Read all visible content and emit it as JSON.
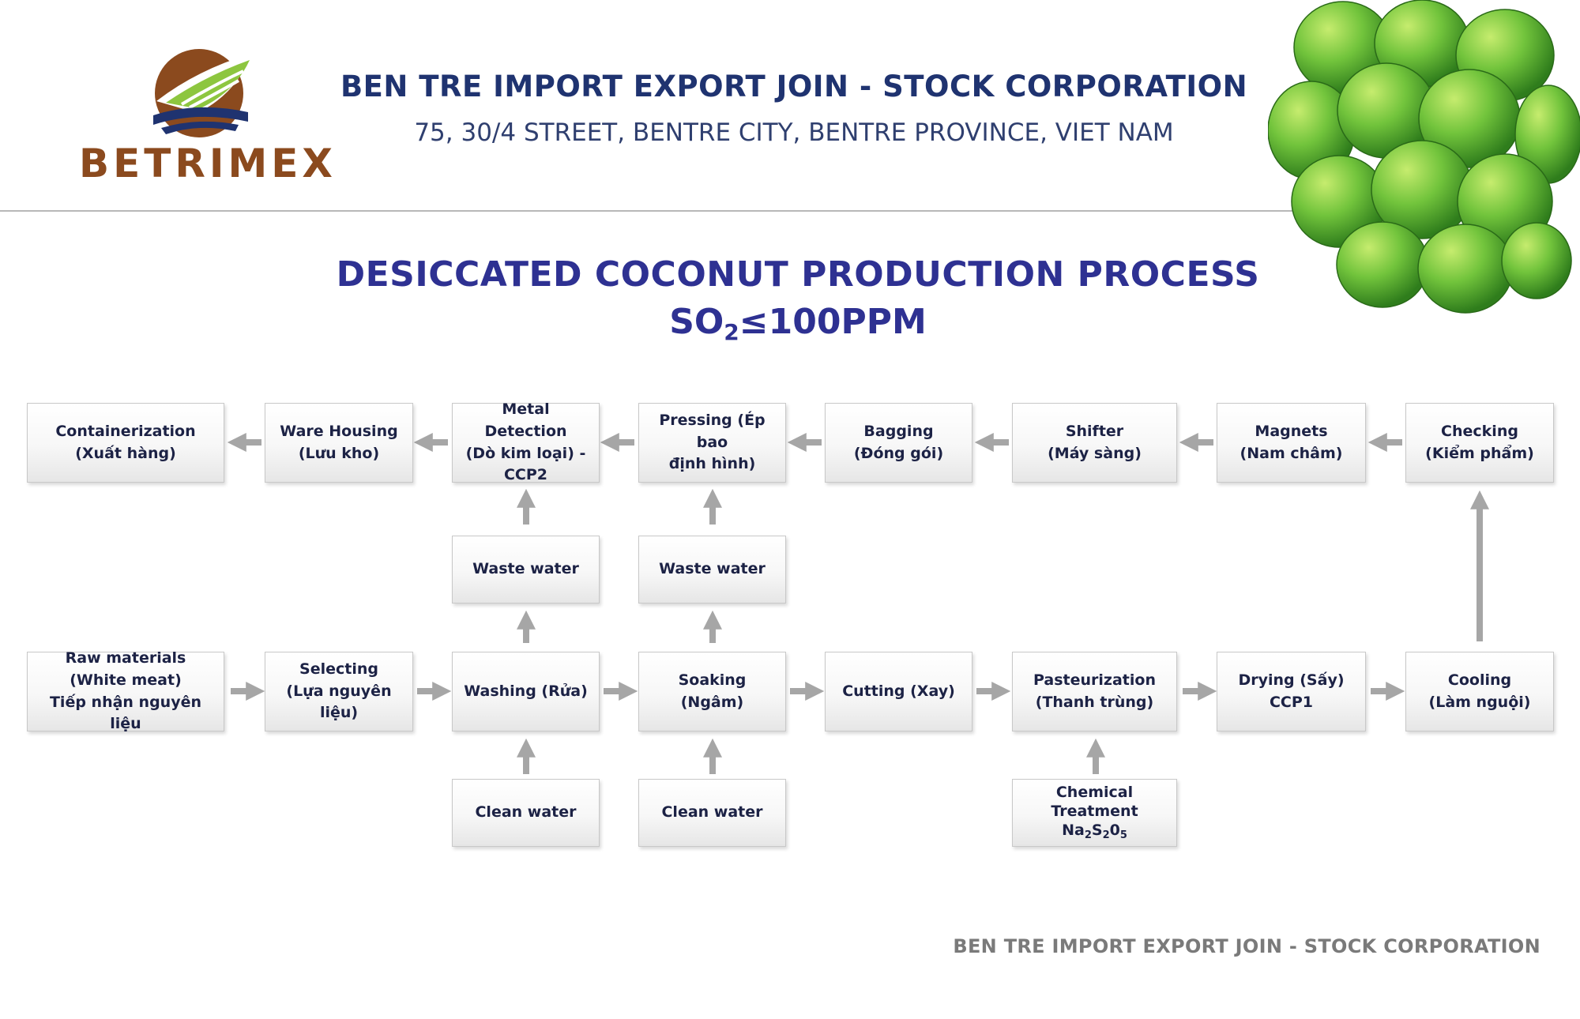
{
  "header": {
    "logo_text": "BETRIMEX",
    "company_name": "BEN TRE IMPORT EXPORT JOIN - STOCK CORPORATION",
    "address": "75, 30/4 STREET, BENTRE CITY, BENTRE PROVINCE, VIET NAM"
  },
  "title": "DESICCATED COCONUT PRODUCTION PROCESS",
  "subtitle": {
    "prefix": "SO",
    "subscript": "2",
    "suffix": "≤100PPM"
  },
  "steps": {
    "containerization": "Containerization\n(Xuất hàng)",
    "ware_housing": "Ware Housing\n(Lưu kho)",
    "metal_detection": "Metal Detection\n(Dò kim loại) -\nCCP2",
    "pressing": "Pressing (Ép bao\nđịnh hình)",
    "bagging": "Bagging\n(Đóng gói)",
    "shifter": "Shifter\n(Máy sàng)",
    "magnets": "Magnets\n(Nam châm)",
    "checking": "Checking\n(Kiểm phẩm)",
    "waste_water_1": "Waste water",
    "waste_water_2": "Waste water",
    "raw_materials": "Raw materials\n(White meat)\nTiếp nhận nguyên liệu",
    "selecting": "Selecting\n(Lựa nguyên liệu)",
    "washing": "Washing (Rửa)",
    "soaking": "Soaking (Ngâm)",
    "cutting": "Cutting (Xay)",
    "pasteurization": "Pasteurization\n(Thanh trùng)",
    "drying": "Drying (Sấy)\nCCP1",
    "cooling": "Cooling\n(Làm nguội)",
    "clean_water_1": "Clean water",
    "clean_water_2": "Clean water",
    "chemical_treatment": {
      "line1": "Chemical Treatment",
      "formula": [
        "Na",
        "2",
        "S",
        "2",
        "0",
        "5"
      ]
    }
  },
  "footer": "BEN TRE IMPORT EXPORT JOIN - STOCK CORPORATION",
  "colors": {
    "brand_brown": "#8b4a1e",
    "title_blue": "#2e3192",
    "header_blue": "#1f3370",
    "arrow_gray": "#a6a6a6",
    "coconut_green": "#6cc04a"
  }
}
